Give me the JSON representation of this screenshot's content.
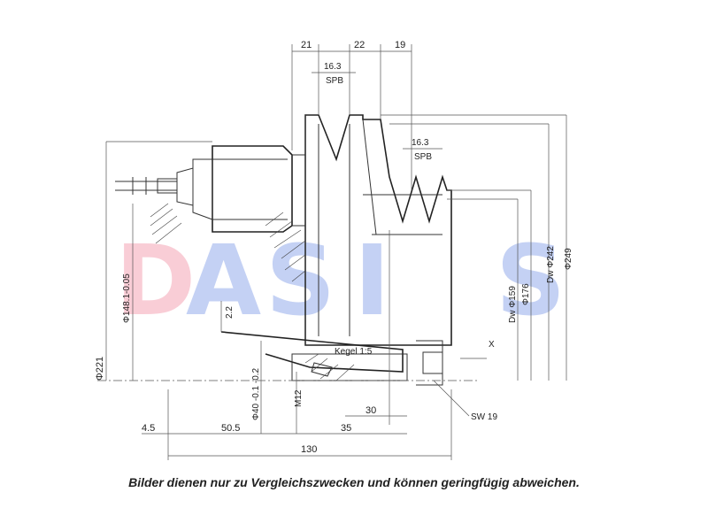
{
  "dimensions": {
    "top_21": "21",
    "top_22": "22",
    "top_19": "19",
    "groove1_width": "16.3",
    "groove1_profile": "SPB",
    "groove2_width": "16.3",
    "groove2_profile": "SPB",
    "dia_221": "Φ221",
    "dia_148": "Φ148.1-0.05",
    "dia_40": "Φ40 -0.1 -0.2",
    "dia_159": "Dw Φ159",
    "dia_176": "Φ176",
    "dia_242": "Dw Φ242",
    "dia_249": "Φ249",
    "bore_2_2": "2.2",
    "taper": "Kegel 1:5",
    "thread": "M12",
    "len_30": "30",
    "len_4_5": "4.5",
    "len_50_5": "50.5",
    "len_35": "35",
    "len_130": "130",
    "wrench": "SW 19",
    "view_x": "X"
  },
  "watermark": {
    "letters": [
      "D",
      "A",
      "S",
      "I",
      "S"
    ],
    "colors": [
      "#e84a6a",
      "#2a5bd7",
      "#2a5bd7",
      "#2a5bd7",
      "#2a5bd7"
    ]
  },
  "caption": "Bilder dienen nur zu Vergleichszwecken und können geringfügig abweichen."
}
